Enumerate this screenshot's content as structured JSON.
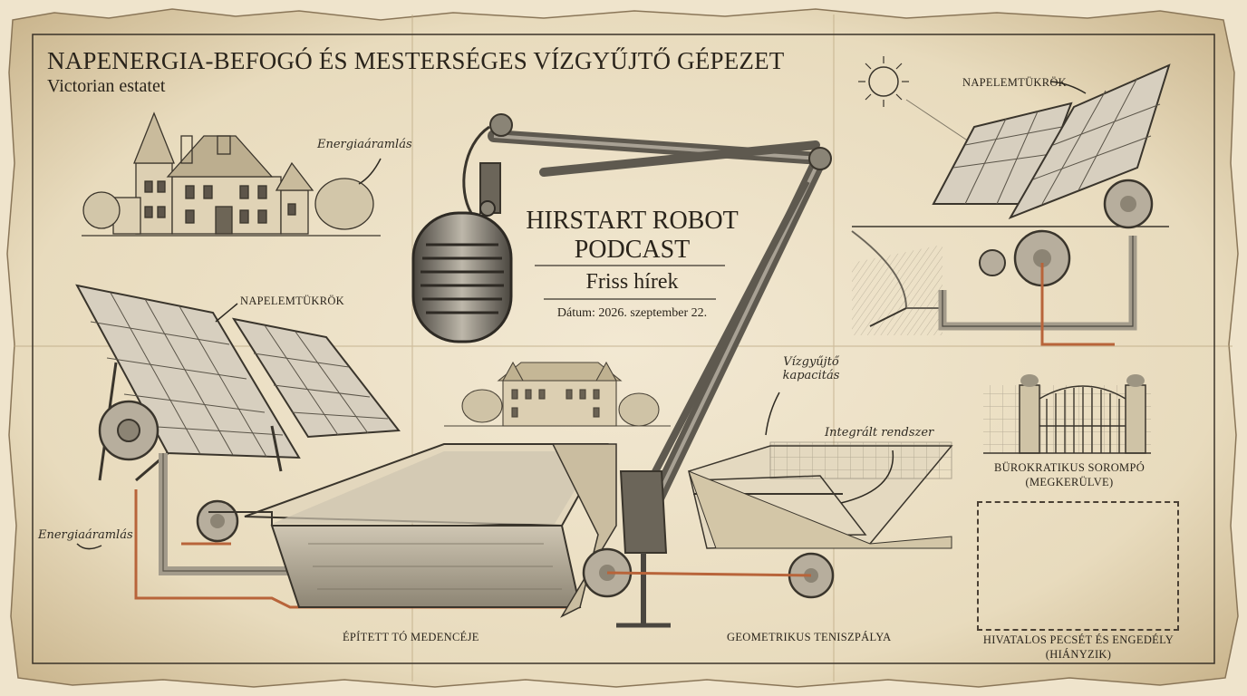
{
  "title": "NAPENERGIA-BEFOGÓ ÉS MESTERSÉGES VÍZGYŰJTŐ GÉPEZET",
  "subtitle": "Victorian estatet",
  "podcast": {
    "title": "HIRSTART ROBOT PODCAST",
    "subtitle": "Friss hírek",
    "date": "Dátum: 2026. szeptember 22."
  },
  "labels": {
    "energy_flow_top": "Energiaáramlás",
    "energy_flow_left": "Energiaáramlás",
    "solar_left": "NAPELEMTÜKRÖK",
    "solar_right": "NAPELEMTÜKRÖK",
    "water_capacity": "Vízgyűjtő kapacitás",
    "integrated_system": "Integrált rendszer",
    "pond": "ÉPÍTETT TÓ MEDENCÉJE",
    "tennis": "GEOMETRIKUS TENISZPÁLYA",
    "barrier": "BÜROKRATIKUS SOROMPÓ (MEGKERÜLVE)",
    "stamp": "HIVATALOS PECSÉT ÉS ENGEDÉLY (HIÁNYZIK)"
  },
  "colors": {
    "paper": "#efe4cc",
    "ink": "#2a241b",
    "copper": "#b8643a",
    "metal": "#6b6559"
  }
}
